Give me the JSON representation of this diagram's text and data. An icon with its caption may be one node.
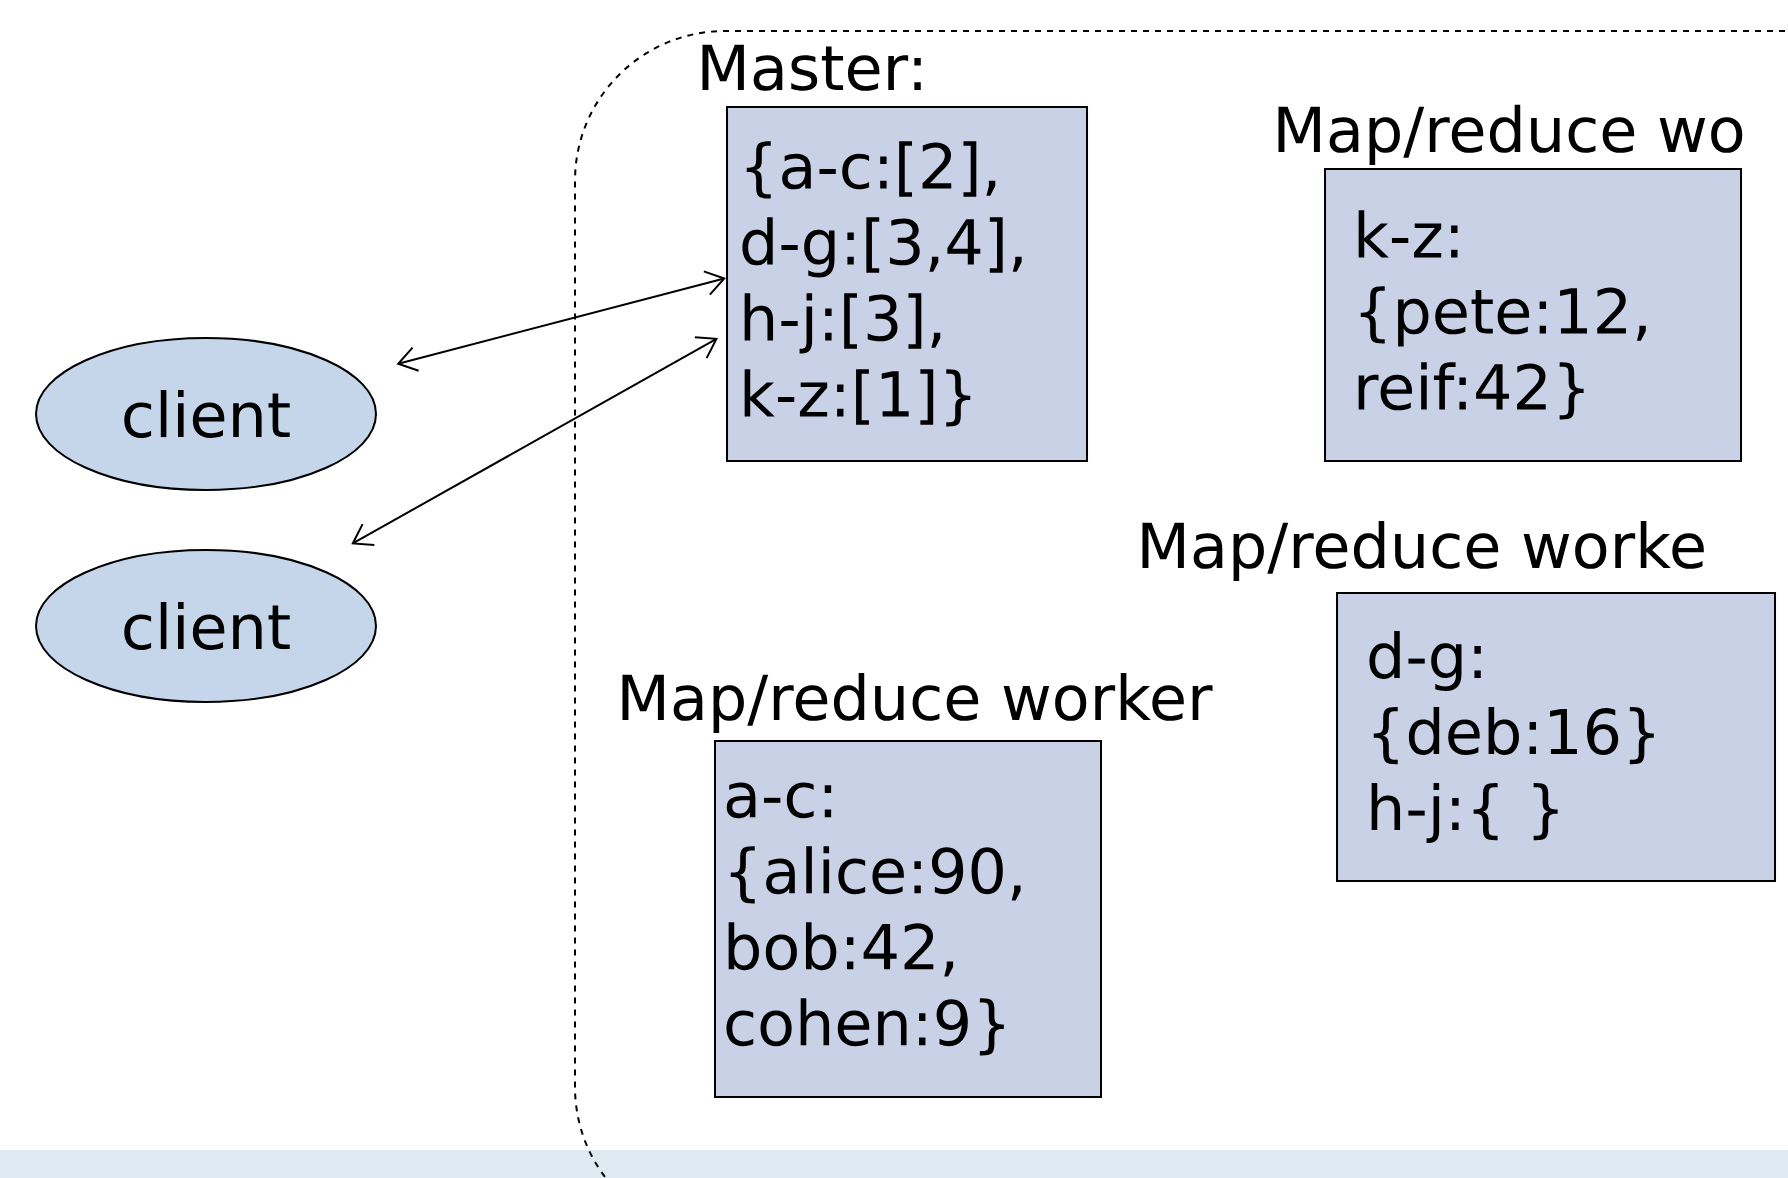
{
  "diagram": {
    "nodes": [
      {
        "text": [],
        "shape": "box"
      },
      {
        "text": [
          "Master:",
          "{a-c:[2], d-g:[3,4], h-j:[3], k-z:[1]}"
        ],
        "in": 0
      },
      {
        "text": [
          "Map/reduce wo",
          "k-z: {pete:12, reif:42}"
        ],
        "in": 0
      },
      {
        "text": [
          "Map/reduce worke",
          "d-g: {deb:16} h-j:{ }"
        ],
        "in": 0
      },
      {
        "text": [
          "Map/reduce worker",
          "a-c: {alice:90, bob:42, cohen:9}"
        ],
        "in": 0
      },
      {
        "text": [
          "client"
        ]
      },
      {
        "text": [
          "client"
        ]
      }
    ],
    "edges": [
      {
        "from": 5,
        "to": 1,
        "arrow": "both"
      },
      {
        "from": 6,
        "to": 1,
        "arrow": "both"
      }
    ]
  }
}
